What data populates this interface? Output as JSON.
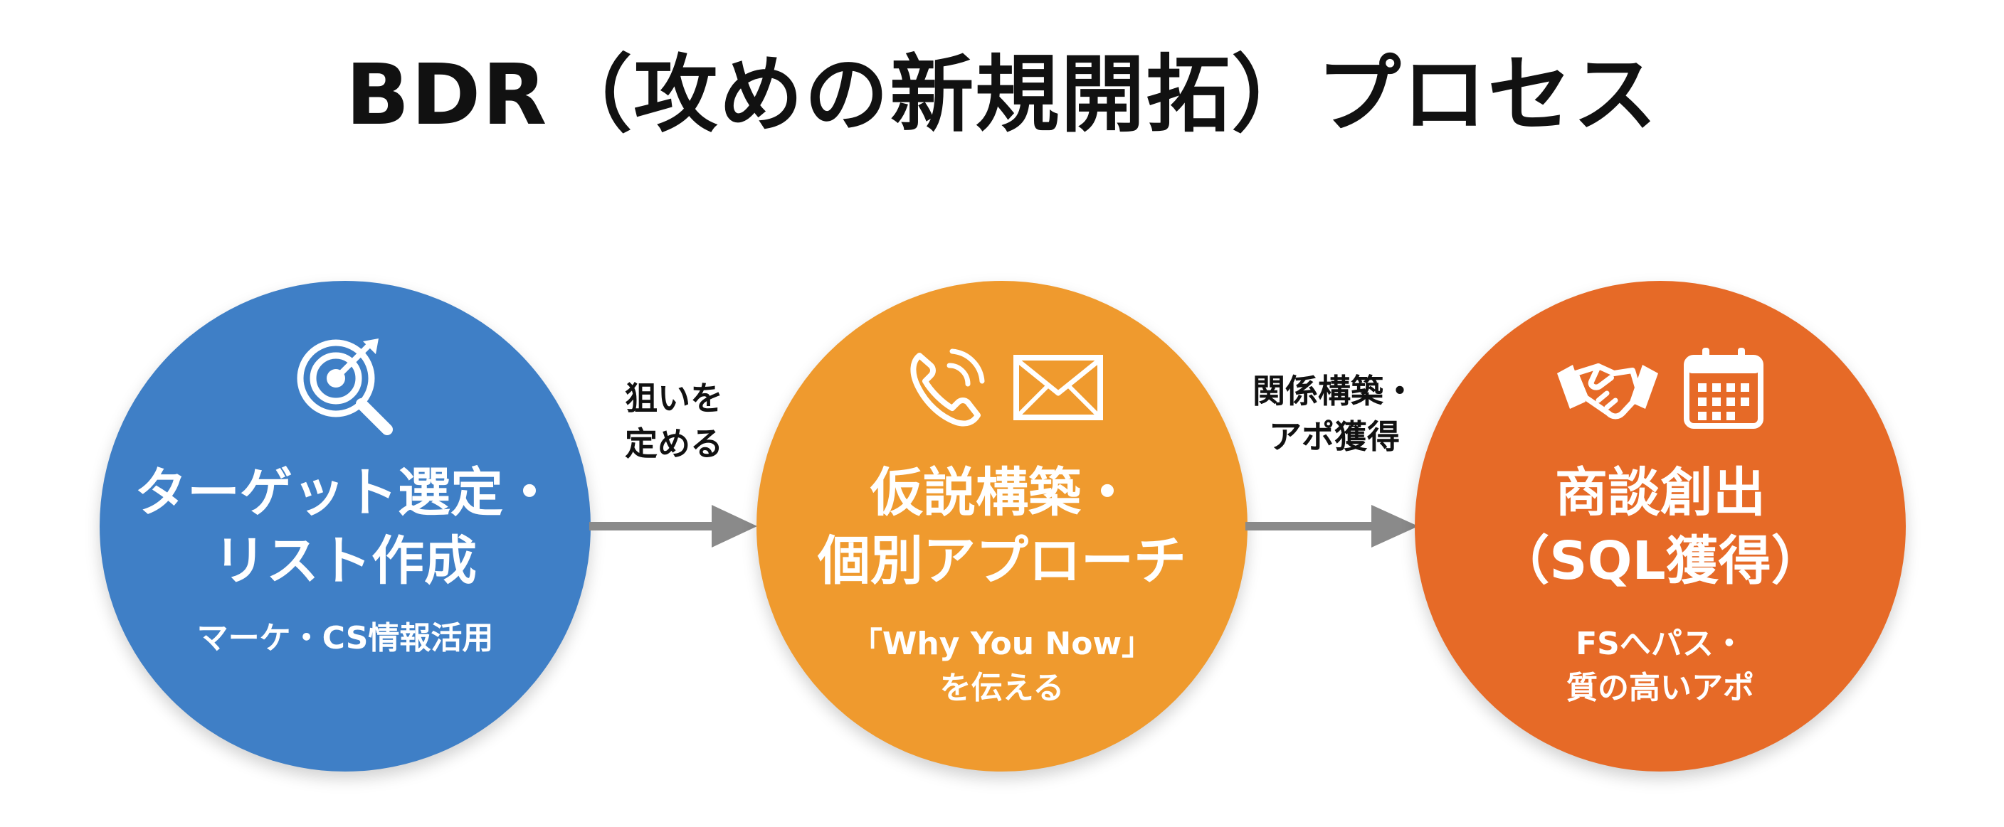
{
  "title": "BDR（攻めの新規開拓）プロセス",
  "colors": {
    "step1": "#3f7fc6",
    "step2": "#ef9a2e",
    "step3": "#e66a27",
    "arrow": "#8a8a8a"
  },
  "steps": [
    {
      "title_line1": "ターゲット選定・",
      "title_line2": "リスト作成",
      "sub_line1": "マーケ・CS情報活用",
      "sub_line2": "",
      "icons": [
        "target-search-icon"
      ]
    },
    {
      "title_line1": "仮説構築・",
      "title_line2": "個別アプローチ",
      "sub_line1": "「Why You Now」",
      "sub_line2": "を伝える",
      "icons": [
        "phone-icon",
        "mail-icon"
      ]
    },
    {
      "title_line1": "商談創出",
      "title_line2": "（SQL獲得）",
      "sub_line1": "FSへパス・",
      "sub_line2": "質の高いアポ",
      "icons": [
        "handshake-icon",
        "calendar-icon"
      ]
    }
  ],
  "arrows": [
    {
      "label_line1": "狙いを",
      "label_line2": "定める"
    },
    {
      "label_line1": "関係構築・",
      "label_line2": "アポ獲得"
    }
  ]
}
